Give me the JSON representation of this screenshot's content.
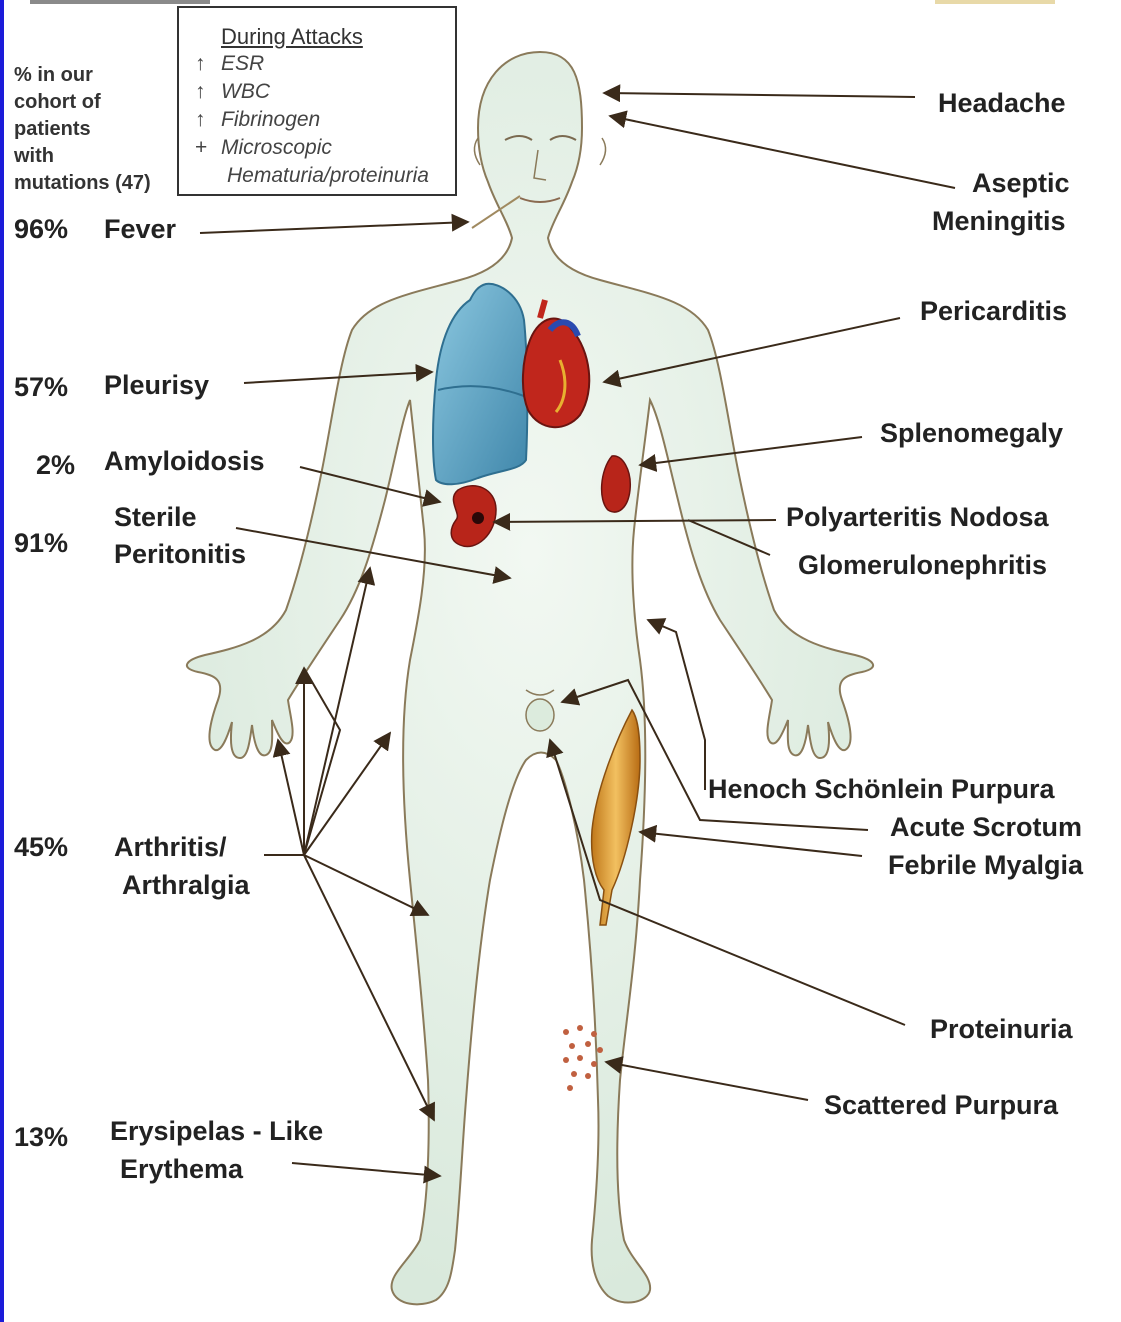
{
  "legend": {
    "title": "During Attacks",
    "items": [
      {
        "marker": "↑",
        "text": "ESR"
      },
      {
        "marker": "↑",
        "text": "WBC"
      },
      {
        "marker": "↑",
        "text": "Fibrinogen"
      },
      {
        "marker": "+",
        "text": "Microscopic"
      },
      {
        "marker": "",
        "text": "Hematuria/proteinuria"
      }
    ]
  },
  "cohort_note": [
    "% in our",
    "cohort of",
    "patients",
    "with",
    "mutations (47)"
  ],
  "left_labels": {
    "fever": {
      "pct": "96%",
      "lines": [
        "Fever"
      ]
    },
    "pleurisy": {
      "pct": "57%",
      "lines": [
        "Pleurisy"
      ]
    },
    "amyloidosis": {
      "pct": "2%",
      "lines": [
        "Amyloidosis"
      ]
    },
    "peritonitis": {
      "pct": "91%",
      "lines": [
        "Sterile",
        "Peritonitis"
      ]
    },
    "arthritis": {
      "pct": "45%",
      "lines": [
        "Arthritis/",
        "Arthralgia"
      ]
    },
    "erysipelas": {
      "pct": "13%",
      "lines": [
        "Erysipelas - Like",
        "Erythema"
      ]
    }
  },
  "right_labels": {
    "headache": [
      "Headache"
    ],
    "meningitis": [
      "Aseptic",
      "Meningitis"
    ],
    "pericarditis": [
      "Pericarditis"
    ],
    "splenomegaly": [
      "Splenomegaly"
    ],
    "polyarteritis": [
      "Polyarteritis Nodosa"
    ],
    "glomerulonephritis": [
      "Glomerulonephritis"
    ],
    "henoch": [
      "Henoch Schönlein  Purpura"
    ],
    "scrotum": [
      "Acute Scrotum"
    ],
    "myalgia": [
      "Febrile Myalgia"
    ],
    "proteinuria": [
      "Proteinuria"
    ],
    "purpura": [
      "Scattered Purpura"
    ]
  },
  "colors": {
    "body_fill": "#e6f1e8",
    "body_outline": "#8a7a5a",
    "lung": "#5aa6c8",
    "heart": "#c0261c",
    "kidney": "#b8251a",
    "muscle": "#d9962a",
    "arrow": "#3a2a1a",
    "text": "#222222",
    "side_bar": "#1b1bd9"
  }
}
